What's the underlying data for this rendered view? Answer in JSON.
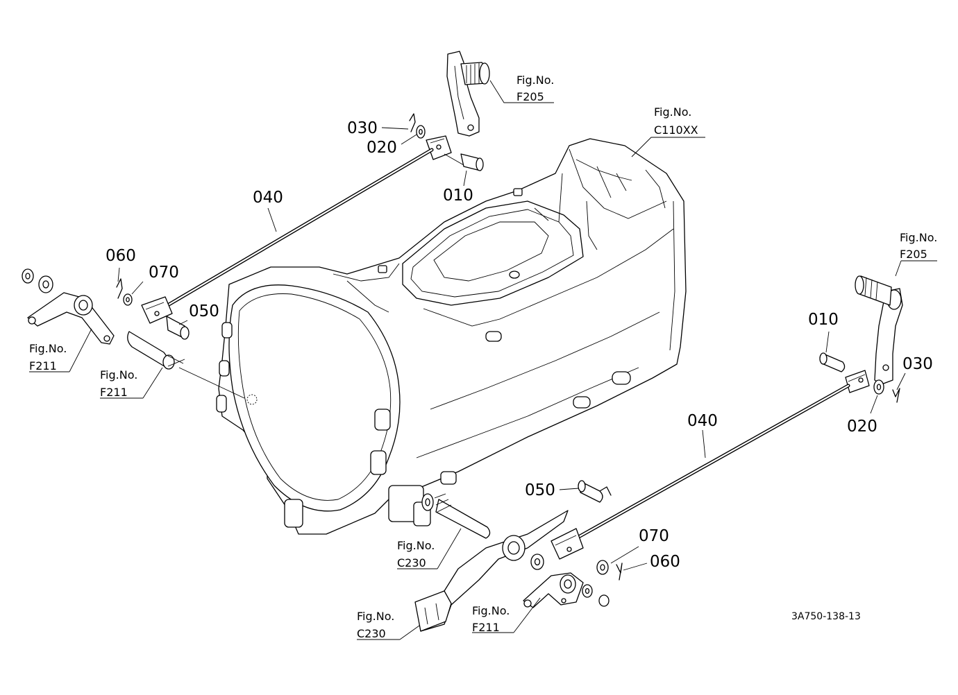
{
  "diagram": {
    "drawing_code": "3A750-138-13",
    "fig_refs": [
      {
        "id": "f205-top",
        "line1": "Fig.No.",
        "line2": "F205"
      },
      {
        "id": "c110xx",
        "line1": "Fig.No.",
        "line2": "C110XX"
      },
      {
        "id": "f205-right",
        "line1": "Fig.No.",
        "line2": "F205"
      },
      {
        "id": "f211-left",
        "line1": "Fig.No.",
        "line2": "F211"
      },
      {
        "id": "f211-mid",
        "line1": "Fig.No.",
        "line2": "F211"
      },
      {
        "id": "c230-upper",
        "line1": "Fig.No.",
        "line2": "C230"
      },
      {
        "id": "c230-lower",
        "line1": "Fig.No.",
        "line2": "C230"
      },
      {
        "id": "f211-bottom",
        "line1": "Fig.No.",
        "line2": "F211"
      }
    ],
    "part_labels": [
      {
        "id": "p030-top",
        "text": "030"
      },
      {
        "id": "p020-top",
        "text": "020"
      },
      {
        "id": "p010-top",
        "text": "010"
      },
      {
        "id": "p040-left",
        "text": "040"
      },
      {
        "id": "p060-left",
        "text": "060"
      },
      {
        "id": "p070-left",
        "text": "070"
      },
      {
        "id": "p050-left",
        "text": "050"
      },
      {
        "id": "p010-right",
        "text": "010"
      },
      {
        "id": "p030-right",
        "text": "030"
      },
      {
        "id": "p020-right",
        "text": "020"
      },
      {
        "id": "p040-right",
        "text": "040"
      },
      {
        "id": "p050-bottom",
        "text": "050"
      },
      {
        "id": "p070-bottom",
        "text": "070"
      },
      {
        "id": "p060-bottom",
        "text": "060"
      }
    ]
  }
}
